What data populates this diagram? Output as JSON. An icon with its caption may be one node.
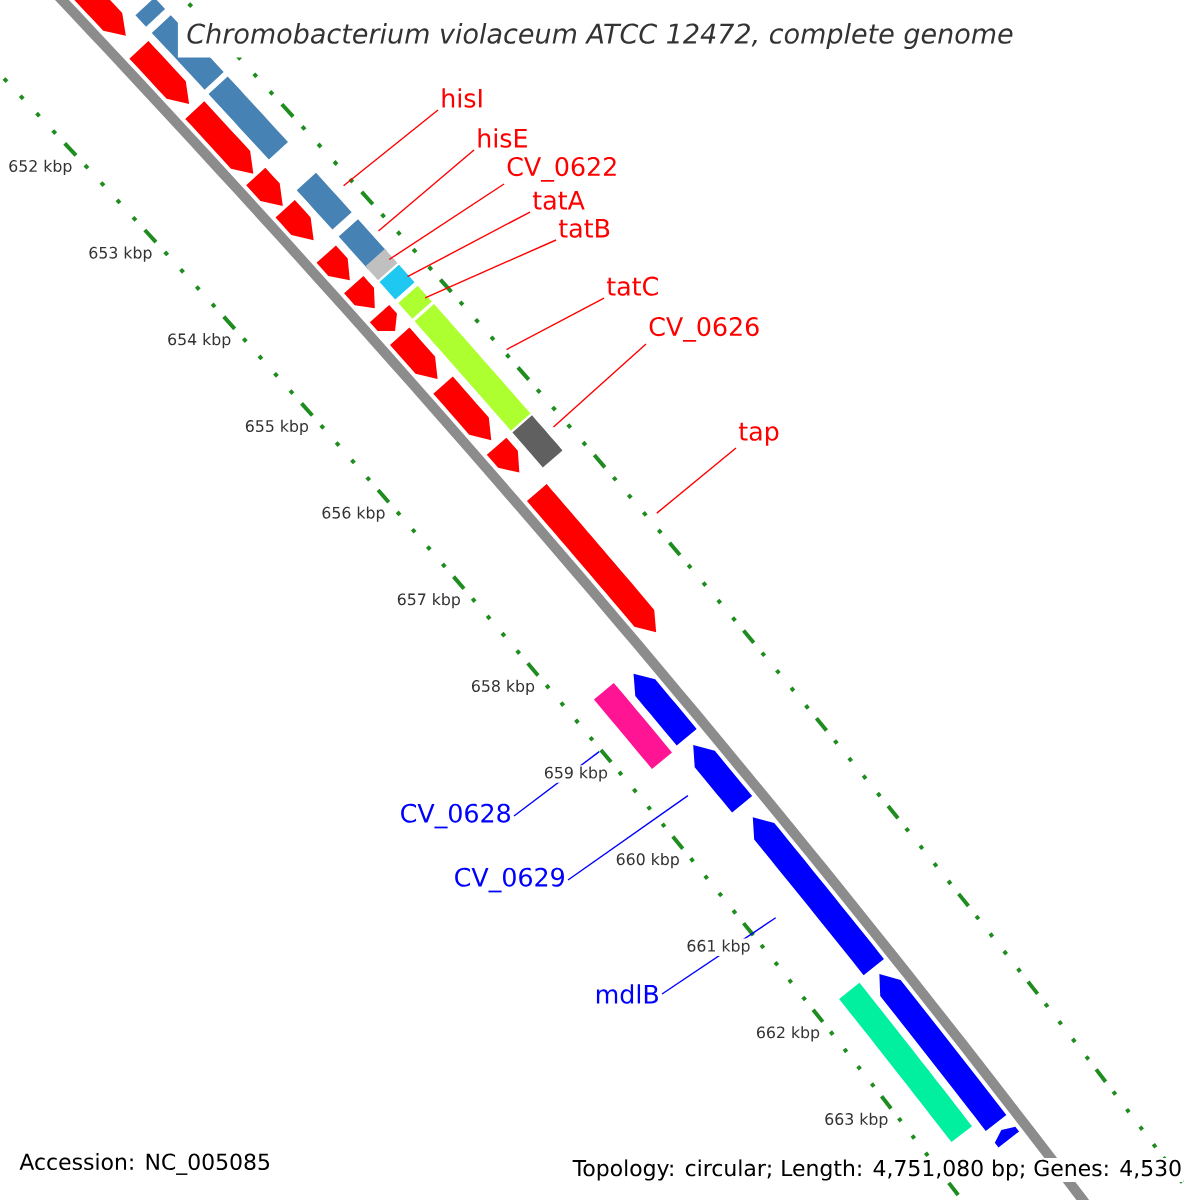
{
  "diagram": {
    "title": "Chromobacterium violaceum ATCC 12472, complete genome",
    "nodes": [
      {
        "text": [
          "hisI"
        ]
      },
      {
        "text": [
          "hisE"
        ]
      },
      {
        "text": [
          "CV_0622"
        ]
      },
      {
        "text": [
          "tatA"
        ]
      },
      {
        "text": [
          "tatB"
        ]
      },
      {
        "text": [
          "tatC"
        ]
      },
      {
        "text": [
          "CV_0626"
        ]
      },
      {
        "text": [
          "tap"
        ]
      },
      {
        "text": [
          "CV_0628"
        ]
      },
      {
        "text": [
          "CV_0629"
        ]
      },
      {
        "text": [
          "mdlB"
        ]
      },
      {
        "text": [],
        "shape": "pentagon"
      },
      {
        "text": [],
        "shape": "bar"
      },
      {
        "text": [],
        "shape": "bar"
      },
      {
        "text": [],
        "shape": "pentagon"
      },
      {
        "text": [],
        "shape": "bar"
      },
      {
        "text": [],
        "shape": "pentagon"
      },
      {
        "text": [],
        "shape": "pentagon"
      },
      {
        "text": [],
        "shape": "bar"
      },
      {
        "text": [],
        "shape": "pentagon"
      },
      {
        "text": [],
        "shape": "bar"
      },
      {
        "text": [],
        "shape": "pentagon"
      },
      {
        "text": [],
        "shape": "bar"
      },
      {
        "text": [],
        "shape": "pentagon"
      },
      {
        "text": [],
        "shape": "bar"
      },
      {
        "text": [],
        "shape": "pentagon"
      },
      {
        "text": [],
        "shape": "bar"
      },
      {
        "text": [],
        "shape": "bar"
      },
      {
        "text": [],
        "shape": "pentagon"
      },
      {
        "text": [],
        "shape": "pentagon"
      },
      {
        "text": [],
        "shape": "bar"
      },
      {
        "text": [],
        "shape": "pentagon"
      },
      {
        "text": [],
        "shape": "pentagon"
      },
      {
        "text": [],
        "shape": "bar"
      },
      {
        "text": [],
        "shape": "pentagon"
      },
      {
        "text": [],
        "shape": "pentagon"
      },
      {
        "text": [],
        "shape": "pentagon"
      },
      {
        "text": [],
        "shape": "bar"
      },
      {
        "text": [],
        "shape": "pentagon"
      },
      {
        "text": [],
        "shape": "pentagon"
      }
    ],
    "edges": [
      {
        "from": 0,
        "to": 18,
        "arrow": "none"
      },
      {
        "from": 1,
        "to": 20,
        "arrow": "none"
      },
      {
        "from": 2,
        "to": 22,
        "arrow": "none"
      },
      {
        "from": 3,
        "to": 24,
        "arrow": "none"
      },
      {
        "from": 4,
        "to": 26,
        "arrow": "none"
      },
      {
        "from": 5,
        "to": 27,
        "arrow": "none"
      },
      {
        "from": 6,
        "to": 30,
        "arrow": "none"
      },
      {
        "from": 7,
        "to": 32,
        "arrow": "none"
      },
      {
        "from": 8,
        "to": 33,
        "arrow": "none",
        "color": "#0000ff"
      },
      {
        "from": 9,
        "to": 35,
        "arrow": "none",
        "color": "#0000ff"
      },
      {
        "from": 10,
        "to": 36,
        "arrow": "none",
        "color": "#0000ff"
      }
    ],
    "labels": [
      "652 kbp",
      "653 kbp",
      "654 kbp",
      "655 kbp",
      "656 kbp",
      "657 kbp",
      "658 kbp",
      "659 kbp",
      "660 kbp",
      "661 kbp",
      "662 kbp",
      "663 kbp",
      "Accession: NC_005085",
      "Topology: circular; Length: 4,751,080 bp; Genes: 4,530"
    ]
  }
}
